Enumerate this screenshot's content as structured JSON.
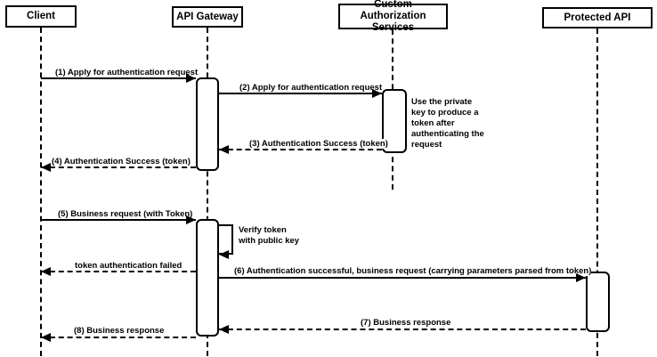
{
  "diagram": {
    "type": "uml-sequence-diagram",
    "colors": {
      "line": "#000000",
      "fill": "#ffffff",
      "background": "#ffffff",
      "text": "#000000"
    },
    "actors": [
      {
        "id": "client",
        "label": "Client"
      },
      {
        "id": "api-gateway",
        "label": "API Gateway"
      },
      {
        "id": "custom-auth",
        "label": "Custom Authorization Services"
      },
      {
        "id": "protected-api",
        "label": "Protected API"
      }
    ],
    "messages": [
      {
        "seq": 1,
        "label": "(1) Apply for authentication request",
        "from": "Client",
        "to": "API Gateway",
        "style": "solid",
        "direction": "right"
      },
      {
        "seq": 2,
        "label": "(2) Apply for authentication request",
        "from": "API Gateway",
        "to": "Custom Authorization Services",
        "style": "solid",
        "direction": "right"
      },
      {
        "seq": 3,
        "label": "(3) Authentication Success (token)",
        "from": "Custom Authorization Services",
        "to": "API Gateway",
        "style": "dashed",
        "direction": "left"
      },
      {
        "seq": 4,
        "label": "(4) Authentication Success (token)",
        "from": "API Gateway",
        "to": "Client",
        "style": "dashed",
        "direction": "left"
      },
      {
        "seq": 5,
        "label": "(5) Business request (with Token)",
        "from": "Client",
        "to": "API Gateway",
        "style": "solid",
        "direction": "right"
      },
      {
        "seq": 6,
        "label": "token authentication failed",
        "from": "API Gateway",
        "to": "Client",
        "style": "dashed",
        "direction": "left"
      },
      {
        "seq": 7,
        "label": "(6) Authentication successful, business request (carrying parameters parsed from token)",
        "from": "API Gateway",
        "to": "Protected API",
        "style": "solid",
        "direction": "right"
      },
      {
        "seq": 8,
        "label": "(7) Business response",
        "from": "Protected API",
        "to": "API Gateway",
        "style": "dashed",
        "direction": "left"
      },
      {
        "seq": 9,
        "label": "(8) Business response",
        "from": "API Gateway",
        "to": "Client",
        "style": "dashed",
        "direction": "left"
      }
    ],
    "self_message": {
      "actor": "API Gateway",
      "label": "Verify token with public key"
    },
    "note": {
      "actor": "Custom Authorization Services",
      "label": "Use the private key to produce a token after authenticating the request"
    }
  }
}
